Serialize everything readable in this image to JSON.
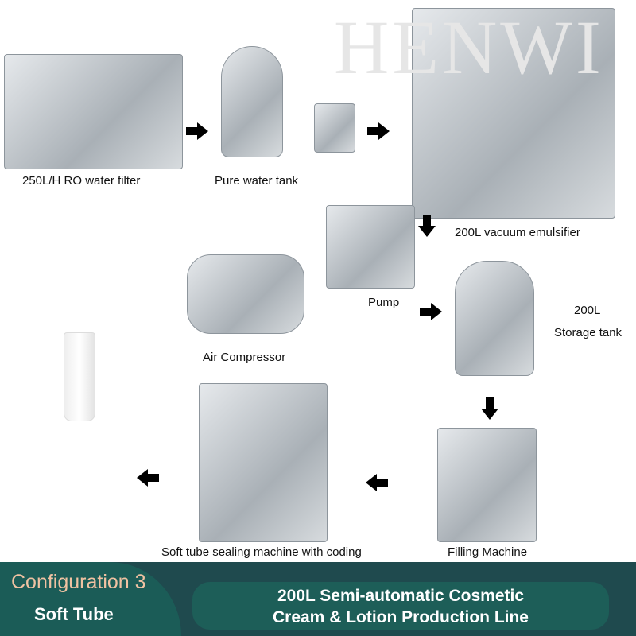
{
  "watermark": "HENWI",
  "equipment": [
    {
      "label": "250L/H RO water filter"
    },
    {
      "label": "Pure water tank"
    },
    {
      "label": "200L vacuum emulsifier"
    },
    {
      "label": "Pump"
    },
    {
      "label": "Air Compressor"
    },
    {
      "label": "200L"
    },
    {
      "label": "Storage tank"
    },
    {
      "label": "Filling Machine"
    },
    {
      "label": "Soft tube sealing machine with coding"
    }
  ],
  "banner": {
    "configuration": "Configuration 3",
    "type": "Soft Tube",
    "title_line1": "200L Semi-automatic Cosmetic",
    "title_line2": "Cream & Lotion Production Line"
  },
  "colors": {
    "banner_bg": "#1f4a4e",
    "panel": "#1b5c57",
    "accent": "#f0c2a2"
  }
}
